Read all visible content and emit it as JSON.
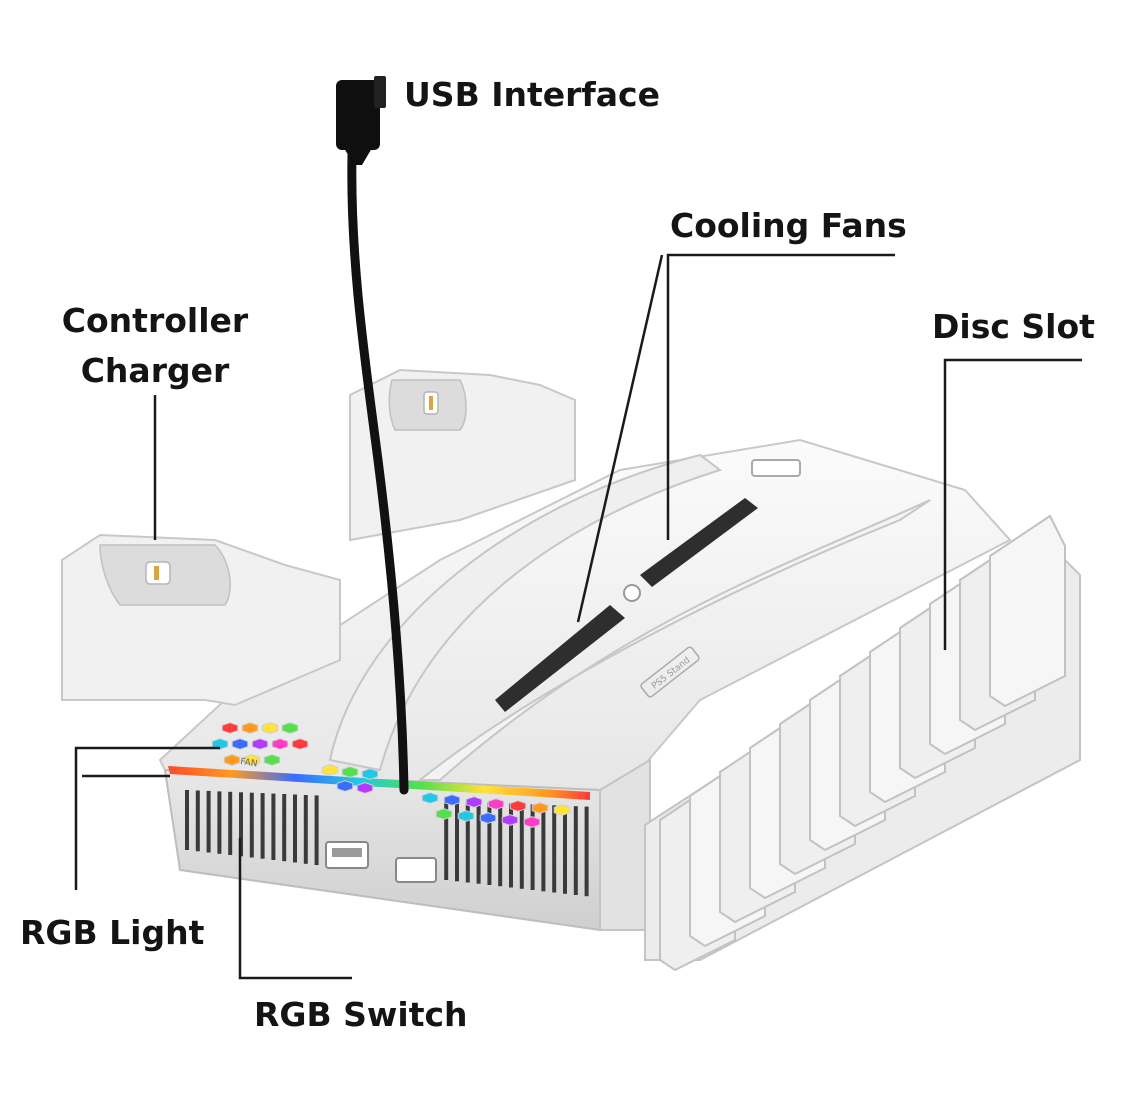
{
  "labels": {
    "usb_interface": "USB Interface",
    "cooling_fans": "Cooling Fans",
    "controller_charger": [
      "Controller",
      "Charger"
    ],
    "disc_slot": "Disc Slot",
    "rgb_light": "RGB Light",
    "rgb_switch": "RGB Switch"
  },
  "product_marks": {
    "brand_plate": "PS5 Stand",
    "fan_text": "FAN"
  },
  "colors": {
    "body": "#f4f4f4",
    "shadow": "#d6d6d6",
    "outline": "#bfbfbf",
    "vent": "#3a3a3a",
    "cable": "#111111",
    "leader": "#1a1a1a",
    "rgb": [
      "#ff3b3b",
      "#ff9a1f",
      "#ffe23a",
      "#54e04a",
      "#22c7e6",
      "#3b6bff",
      "#b13bff",
      "#ff3bc8"
    ]
  },
  "icons": [
    "usb-plug-icon",
    "usb-port-icon",
    "rgb-switch-button-icon"
  ]
}
